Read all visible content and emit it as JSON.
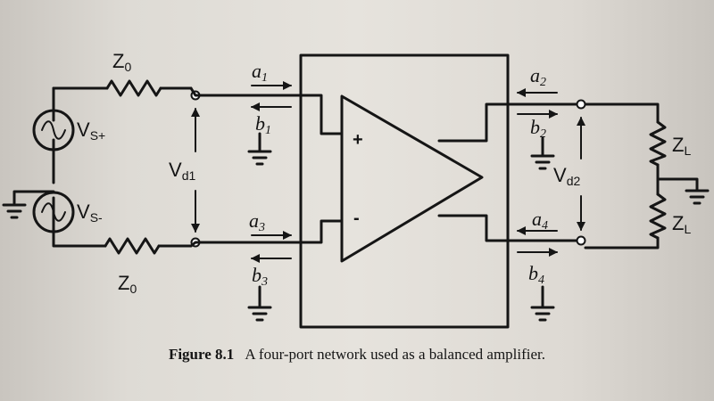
{
  "labels": {
    "z0_top": "Z",
    "z0_top_sub": "0",
    "z0_bottom": "Z",
    "z0_bottom_sub": "0",
    "vs_plus": "V",
    "vs_plus_sub": "S+",
    "vs_minus": "V",
    "vs_minus_sub": "S-",
    "vd1": "V",
    "vd1_sub": "d1",
    "vd2": "V",
    "vd2_sub": "d2",
    "zl_top": "Z",
    "zl_top_sub": "L",
    "zl_bottom": "Z",
    "zl_bottom_sub": "L",
    "a1": "a",
    "a1_sub": "1",
    "b1": "b",
    "b1_sub": "1",
    "a2": "a",
    "a2_sub": "2",
    "b2": "b",
    "b2_sub": "2",
    "a3": "a",
    "a3_sub": "3",
    "b3": "b",
    "b3_sub": "3",
    "a4": "a",
    "a4_sub": "4",
    "b4": "b",
    "b4_sub": "4",
    "plus": "+",
    "minus": "-"
  },
  "caption": {
    "number": "Figure 8.1",
    "text": "A four-port network used as a balanced amplifier."
  }
}
